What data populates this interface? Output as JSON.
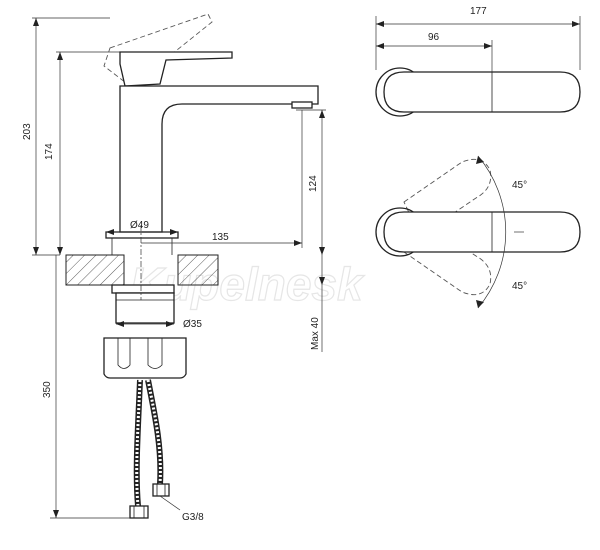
{
  "dimensions": {
    "overall_height": "203",
    "spout_height": "174",
    "outlet_height": "124",
    "base_diameter": "Ø49",
    "spout_reach": "135",
    "shank_diameter": "Ø35",
    "max_counter_thickness": "Max 40",
    "hose_length": "350",
    "connection_thread": "G3/8",
    "top_width": "177",
    "handle_length": "96",
    "rotation_angle_upper": "45°",
    "rotation_angle_lower": "45°"
  },
  "watermark": "Kupelnesk"
}
